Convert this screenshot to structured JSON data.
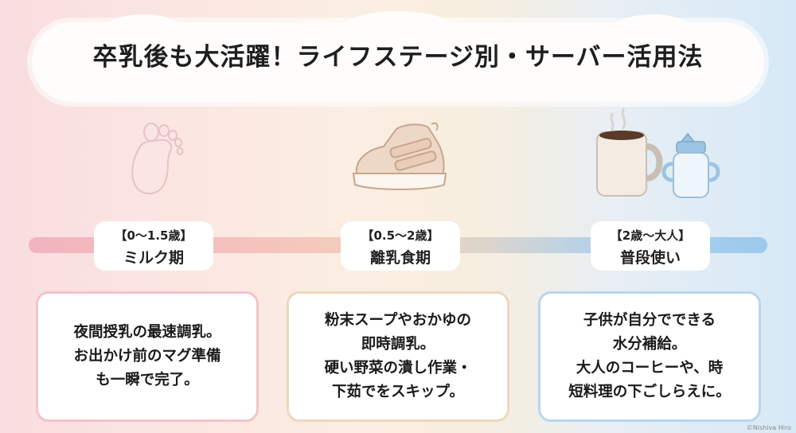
{
  "title": "卒乳後も大活躍！ライフステージ別・サーバー活用法",
  "stages": [
    {
      "age": "【0〜1.5歳】",
      "name": "ミルク期",
      "icon": "baby-foot-icon",
      "lines": [
        "夜間授乳の最速調乳。",
        "お出かけ前のマグ準備",
        "も一瞬で完了。"
      ],
      "border_color": "#f3c3cb"
    },
    {
      "age": "【0.5〜2歳】",
      "name": "離乳食期",
      "icon": "baby-shoe-icon",
      "lines": [
        "粉末スープやおかゆの",
        "即時調乳。",
        "硬い野菜の潰し作業・",
        "下茹でをスキップ。"
      ],
      "border_color": "#ecd8be"
    },
    {
      "age": "【2歳〜大人】",
      "name": "普段使い",
      "icon": "coffee-and-sippy-cup-icon",
      "lines": [
        "子供が自分でできる",
        "水分補給。",
        "大人のコーヒーや、時",
        "短料理の下ごしらえに。"
      ],
      "border_color": "#b7d6ef"
    }
  ],
  "credit": "©Nishiva Hiro"
}
